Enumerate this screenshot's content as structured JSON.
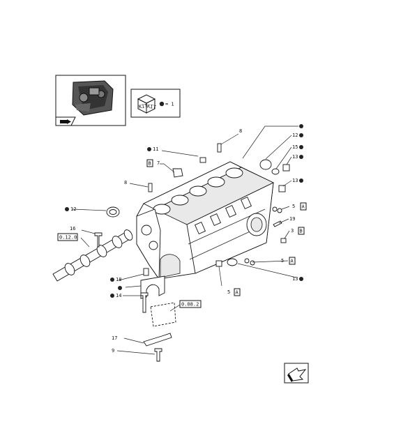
{
  "legend": {
    "equals_label": "= 1",
    "kit_label": "KIT"
  },
  "callouts": [
    {
      "id": "c8a",
      "text": "8",
      "bullet": false
    },
    {
      "id": "c_top_bullet",
      "text": "",
      "bullet": true
    },
    {
      "id": "c11",
      "text": "11",
      "bullet": true
    },
    {
      "id": "c12a",
      "text": "12",
      "bullet": true
    },
    {
      "id": "c15",
      "text": "15",
      "bullet": true
    },
    {
      "id": "c13a",
      "text": "13",
      "bullet": true
    },
    {
      "id": "c13b",
      "text": "13",
      "bullet": true
    },
    {
      "id": "c7",
      "text": "7",
      "bullet": false
    },
    {
      "id": "c8b",
      "text": "8",
      "bullet": false
    },
    {
      "id": "c12b",
      "text": "12",
      "bullet": true
    },
    {
      "id": "c16",
      "text": "16",
      "bullet": false
    },
    {
      "id": "c19",
      "text": "19",
      "bullet": false
    },
    {
      "id": "c5a",
      "text": "5",
      "bullet": false
    },
    {
      "id": "c3",
      "text": "3",
      "bullet": false
    },
    {
      "id": "c5b",
      "text": "5",
      "bullet": false
    },
    {
      "id": "c18",
      "text": "18",
      "bullet": true
    },
    {
      "id": "c_mid_bullet",
      "text": "",
      "bullet": true
    },
    {
      "id": "c14",
      "text": "14",
      "bullet": true
    },
    {
      "id": "c13c",
      "text": "13",
      "bullet": true
    },
    {
      "id": "c5c",
      "text": "5",
      "bullet": false
    },
    {
      "id": "c17",
      "text": "17",
      "bullet": false
    },
    {
      "id": "c9",
      "text": "9",
      "bullet": false
    }
  ],
  "boxed_refs": [
    {
      "id": "b7",
      "text": "B"
    },
    {
      "id": "b5a",
      "text": "A"
    },
    {
      "id": "b3",
      "text": "B"
    },
    {
      "id": "b5b",
      "text": "A"
    },
    {
      "id": "b5c",
      "text": "A"
    },
    {
      "id": "b_left",
      "text": "0.12.0"
    },
    {
      "id": "b_piston",
      "text": "0.08.2"
    }
  ]
}
